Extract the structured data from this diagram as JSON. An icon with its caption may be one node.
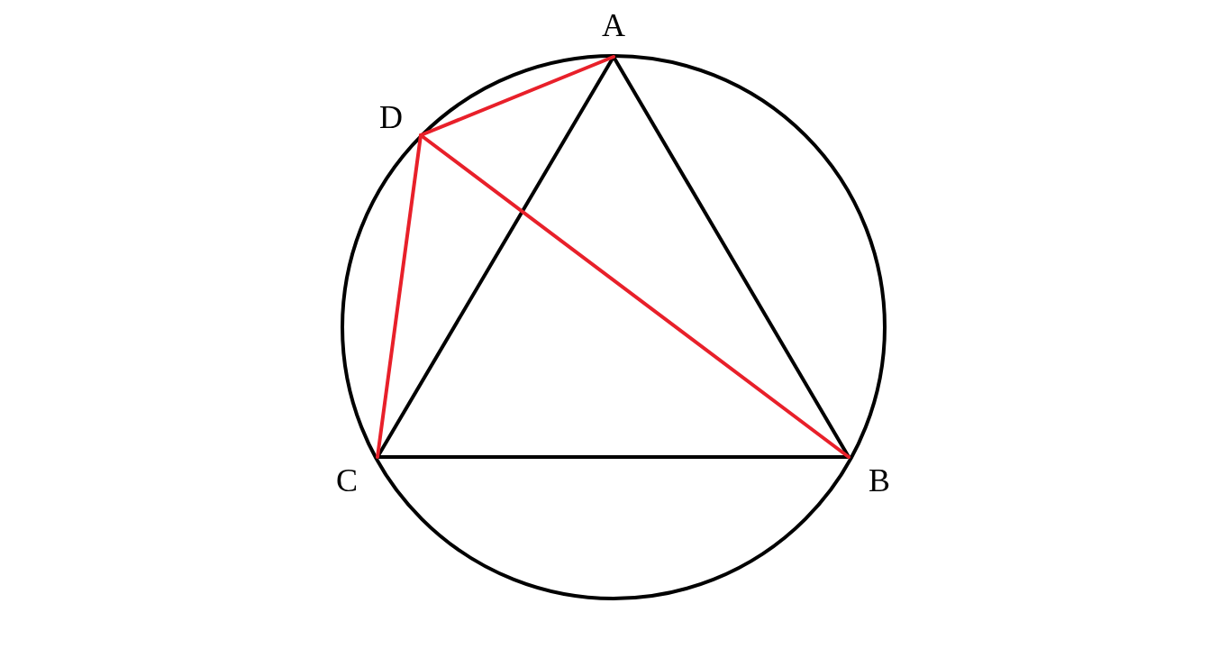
{
  "diagram": {
    "nodes": [
      {
        "text": [
          "A"
        ]
      },
      {
        "text": [
          "B"
        ]
      },
      {
        "text": [
          "C"
        ]
      },
      {
        "text": [
          "D"
        ]
      }
    ],
    "edges": [
      {
        "from": 0,
        "to": 1,
        "arrow": "none"
      },
      {
        "from": 1,
        "to": 2,
        "arrow": "none"
      },
      {
        "from": 2,
        "to": 0,
        "arrow": "none"
      },
      {
        "from": 3,
        "to": 0,
        "arrow": "none",
        "color": "#e8202a"
      },
      {
        "from": 3,
        "to": 1,
        "arrow": "none",
        "color": "#e8202a"
      },
      {
        "from": 3,
        "to": 2,
        "arrow": "none",
        "color": "#e8202a"
      }
    ]
  }
}
